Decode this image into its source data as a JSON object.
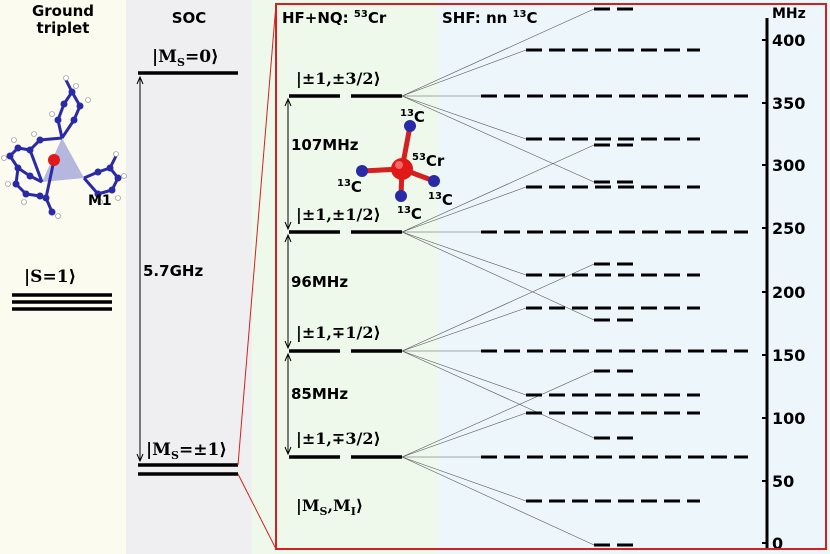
{
  "colors": {
    "col1_bg": "#fbfbf0",
    "col2_bg": "#efeff1",
    "col3_bg": "#eef9ec",
    "col4_bg": "#ecf6fb",
    "frame": "#d42020",
    "molecule_blue": "#2a2aa6",
    "metal_red": "#e01818",
    "triangle": "#7d7fcf"
  },
  "columns": {
    "ground": {
      "title_line1": "Ground",
      "title_line2": "triplet",
      "molecule_label": "M1",
      "state_label": "|S=1⟩"
    },
    "soc": {
      "title": "SOC",
      "top_state": "|M",
      "top_sub": "S",
      "top_val": "=0⟩",
      "bottom_state": "|M",
      "bottom_sub": "S",
      "bottom_val": "=±1⟩",
      "gap_label": "5.7GHz"
    },
    "hf": {
      "title_main": "HF+NQ: ",
      "title_sup": "53",
      "title_el": "Cr",
      "states": [
        "|±1,±3/2⟩",
        "|±1,±1/2⟩",
        "|±1,∓1/2⟩",
        "|±1,∓3/2⟩"
      ],
      "gaps": [
        "107MHz",
        "96MHz",
        "85MHz"
      ],
      "basis": "|M",
      "basis_sub1": "S",
      "basis_mid": ",M",
      "basis_sub2": "I",
      "basis_end": "⟩",
      "inset": {
        "cr_sup": "53",
        "cr": "Cr",
        "c_sup": "13",
        "c": "C"
      }
    },
    "shf": {
      "title_main": "SHF: nn ",
      "title_sup": "13",
      "title_el": "C"
    }
  },
  "axis": {
    "unit": "MHz",
    "ticks": [
      "400",
      "350",
      "300",
      "250",
      "200",
      "150",
      "100",
      "50",
      "0"
    ]
  }
}
